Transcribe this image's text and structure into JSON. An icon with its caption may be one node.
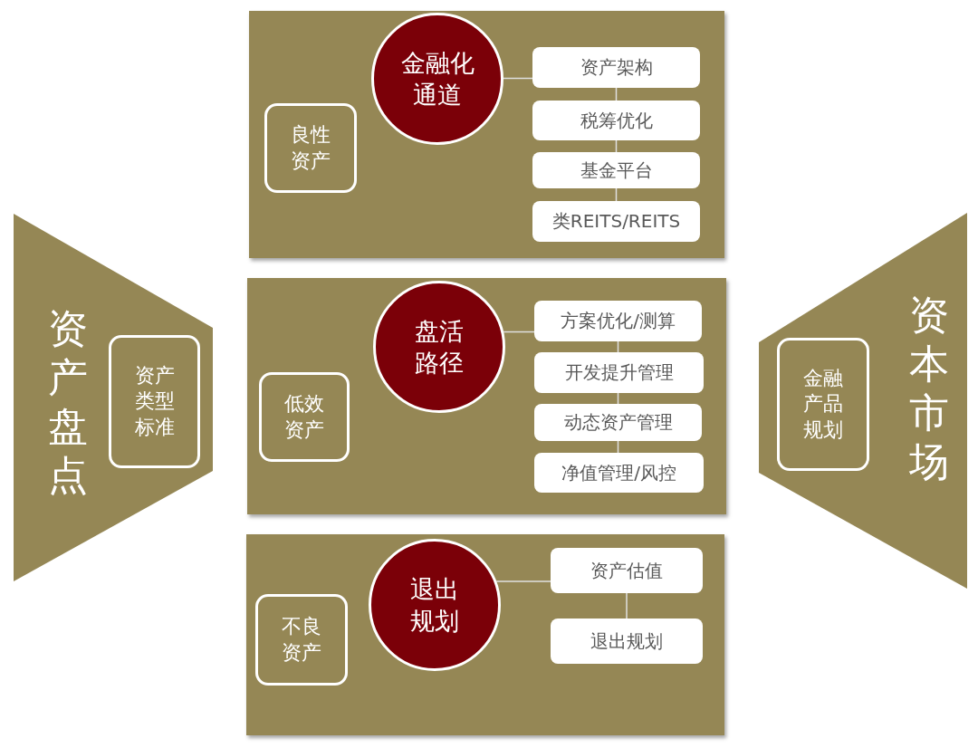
{
  "diagram": {
    "nodes": [
      {
        "text": [
          "资产盘点"
        ]
      },
      {
        "text": [
          "资产类型标准"
        ],
        "in": 0
      },
      {
        "text": [],
        "shape": "box"
      },
      {
        "text": [
          "良性资产"
        ],
        "in": 2
      },
      {
        "text": [
          "金融化通道"
        ],
        "in": 2
      },
      {
        "text": [
          "资产架构"
        ],
        "in": 2
      },
      {
        "text": [
          "税筹优化"
        ],
        "in": 2
      },
      {
        "text": [
          "基金平台"
        ],
        "in": 2
      },
      {
        "text": [
          "类REITS/REITS"
        ],
        "in": 2
      },
      {
        "text": [],
        "shape": "box"
      },
      {
        "text": [
          "低效资产"
        ],
        "in": 9
      },
      {
        "text": [
          "盘活路径"
        ],
        "in": 9
      },
      {
        "text": [
          "方案优化/测算"
        ],
        "in": 9
      },
      {
        "text": [
          "开发提升管理"
        ],
        "in": 9
      },
      {
        "text": [
          "动态资产管理"
        ],
        "in": 9
      },
      {
        "text": [
          "净值管理/风控"
        ],
        "in": 9
      },
      {
        "text": [],
        "shape": "box"
      },
      {
        "text": [
          "不良资产"
        ],
        "in": 16
      },
      {
        "text": [
          "退出规划"
        ],
        "in": 16
      },
      {
        "text": [
          "资产估值"
        ],
        "in": 16
      },
      {
        "text": [
          "退出规划"
        ],
        "in": 16
      },
      {
        "text": [
          "资本市场"
        ]
      },
      {
        "text": [
          "金融产品规划"
        ],
        "in": 21
      }
    ],
    "edges": [
      {
        "from": 4,
        "to": 5,
        "arrow": "none"
      },
      {
        "from": 5,
        "to": 6,
        "arrow": "none"
      },
      {
        "from": 6,
        "to": 7,
        "arrow": "none"
      },
      {
        "from": 7,
        "to": 8,
        "arrow": "none"
      },
      {
        "from": 11,
        "to": 12,
        "arrow": "none"
      },
      {
        "from": 12,
        "to": 13,
        "arrow": "none"
      },
      {
        "from": 13,
        "to": 14,
        "arrow": "none"
      },
      {
        "from": 14,
        "to": 15,
        "arrow": "none"
      },
      {
        "from": 18,
        "to": 19,
        "arrow": "none"
      },
      {
        "from": 19,
        "to": 20,
        "arrow": "none"
      }
    ]
  }
}
